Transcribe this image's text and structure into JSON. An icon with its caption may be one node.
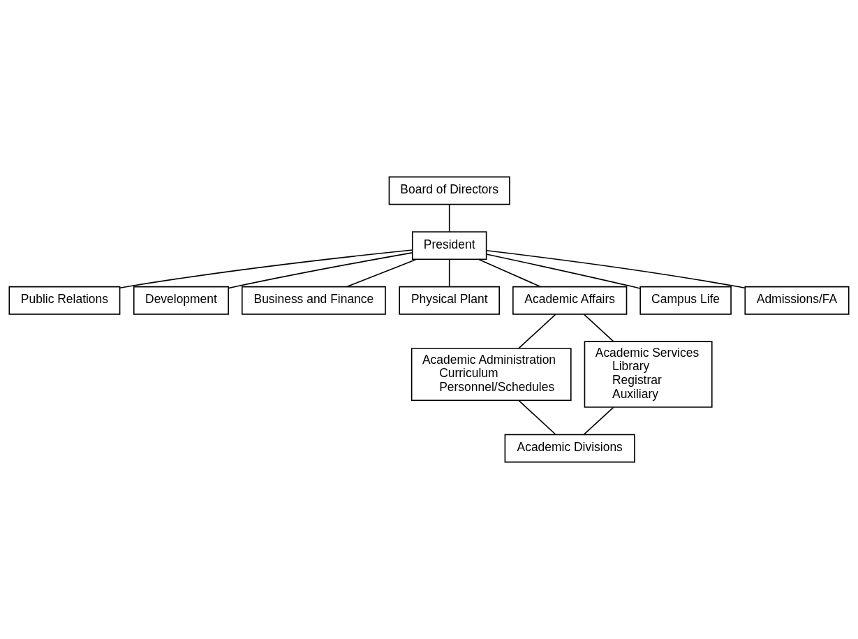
{
  "diagram": {
    "nodes": [
      {
        "text": [
          "Board of Directors"
        ]
      },
      {
        "text": [
          "President"
        ]
      },
      {
        "text": [
          "Public Relations"
        ]
      },
      {
        "text": [
          "Development"
        ]
      },
      {
        "text": [
          "Business and Finance"
        ]
      },
      {
        "text": [
          "Physical Plant"
        ]
      },
      {
        "text": [
          "Academic Affairs"
        ]
      },
      {
        "text": [
          "Campus Life"
        ]
      },
      {
        "text": [
          "Admissions/FA"
        ]
      },
      {
        "text": [
          "Academic Administration",
          "Curriculum",
          "Personnel/Schedules"
        ]
      },
      {
        "text": [
          "Academic Services",
          "Library",
          "Registrar",
          "Auxiliary"
        ]
      },
      {
        "text": [
          "Academic Divisions"
        ]
      }
    ],
    "edges": [
      {
        "from": 0,
        "to": 1,
        "arrow": "none"
      },
      {
        "from": 1,
        "to": 2,
        "arrow": "none"
      },
      {
        "from": 1,
        "to": 3,
        "arrow": "none"
      },
      {
        "from": 1,
        "to": 4,
        "arrow": "none"
      },
      {
        "from": 1,
        "to": 5,
        "arrow": "none"
      },
      {
        "from": 1,
        "to": 6,
        "arrow": "none"
      },
      {
        "from": 1,
        "to": 7,
        "arrow": "none"
      },
      {
        "from": 1,
        "to": 8,
        "arrow": "none"
      },
      {
        "from": 6,
        "to": 9,
        "arrow": "none"
      },
      {
        "from": 6,
        "to": 10,
        "arrow": "none"
      },
      {
        "from": 9,
        "to": 11,
        "arrow": "none"
      },
      {
        "from": 10,
        "to": 11,
        "arrow": "none"
      }
    ]
  }
}
